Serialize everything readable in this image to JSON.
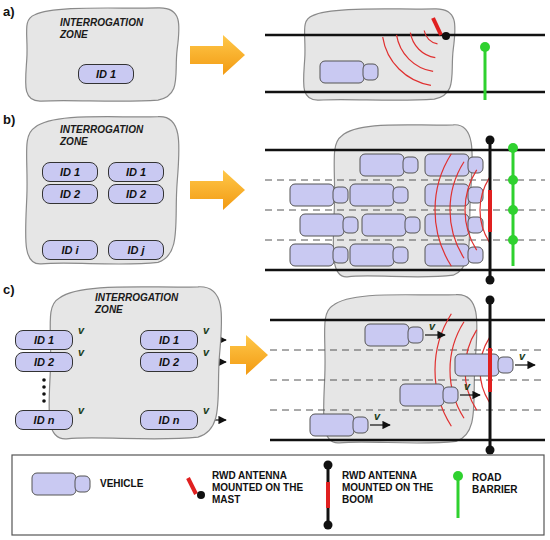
{
  "diagram": {
    "nodes": [
      {
        "text": [
          "INTERROGATION ZONE"
        ]
      },
      {
        "text": [
          "ID 1"
        ],
        "in": 0
      },
      {
        "text": [
          "INTERROGATION ZONE"
        ]
      },
      {
        "text": [
          "ID 1"
        ],
        "in": 2
      },
      {
        "text": [
          "ID 2"
        ],
        "in": 2
      },
      {
        "text": [
          "ID i"
        ],
        "in": 2
      },
      {
        "text": [
          "ID 1"
        ],
        "in": 2
      },
      {
        "text": [
          "ID 2"
        ],
        "in": 2
      },
      {
        "text": [
          "ID j"
        ],
        "in": 2
      },
      {
        "text": [
          "INTERROGATION ZONE"
        ]
      },
      {
        "text": [
          "ID 1"
        ]
      },
      {
        "text": [
          "ID 2"
        ]
      },
      {
        "text": [
          "ID n"
        ]
      },
      {
        "text": [
          "ID 1"
        ],
        "in": 9
      },
      {
        "text": [
          "ID 2"
        ],
        "in": 9
      },
      {
        "text": [
          "ID n"
        ],
        "in": 9
      }
    ],
    "edges": [
      {
        "from": 10,
        "to": 13,
        "arrow": "to",
        "label": "v"
      },
      {
        "from": 11,
        "to": 14,
        "arrow": "to",
        "label": "v"
      },
      {
        "from": 12,
        "to": 15,
        "arrow": "to",
        "label": "v"
      }
    ],
    "labels": [
      "a)",
      "b)",
      "c)",
      "v",
      "v",
      "v",
      "v",
      "v",
      "v",
      "v"
    ],
    "legend": [
      {
        "text": "VEHICLE"
      },
      {
        "text": "RWD ANTENNA MOUNTED ON THE MAST"
      },
      {
        "text": "RWD ANTENNA MOUNTED ON THE BOOM"
      },
      {
        "text": "ROAD BARRIER"
      }
    ]
  }
}
